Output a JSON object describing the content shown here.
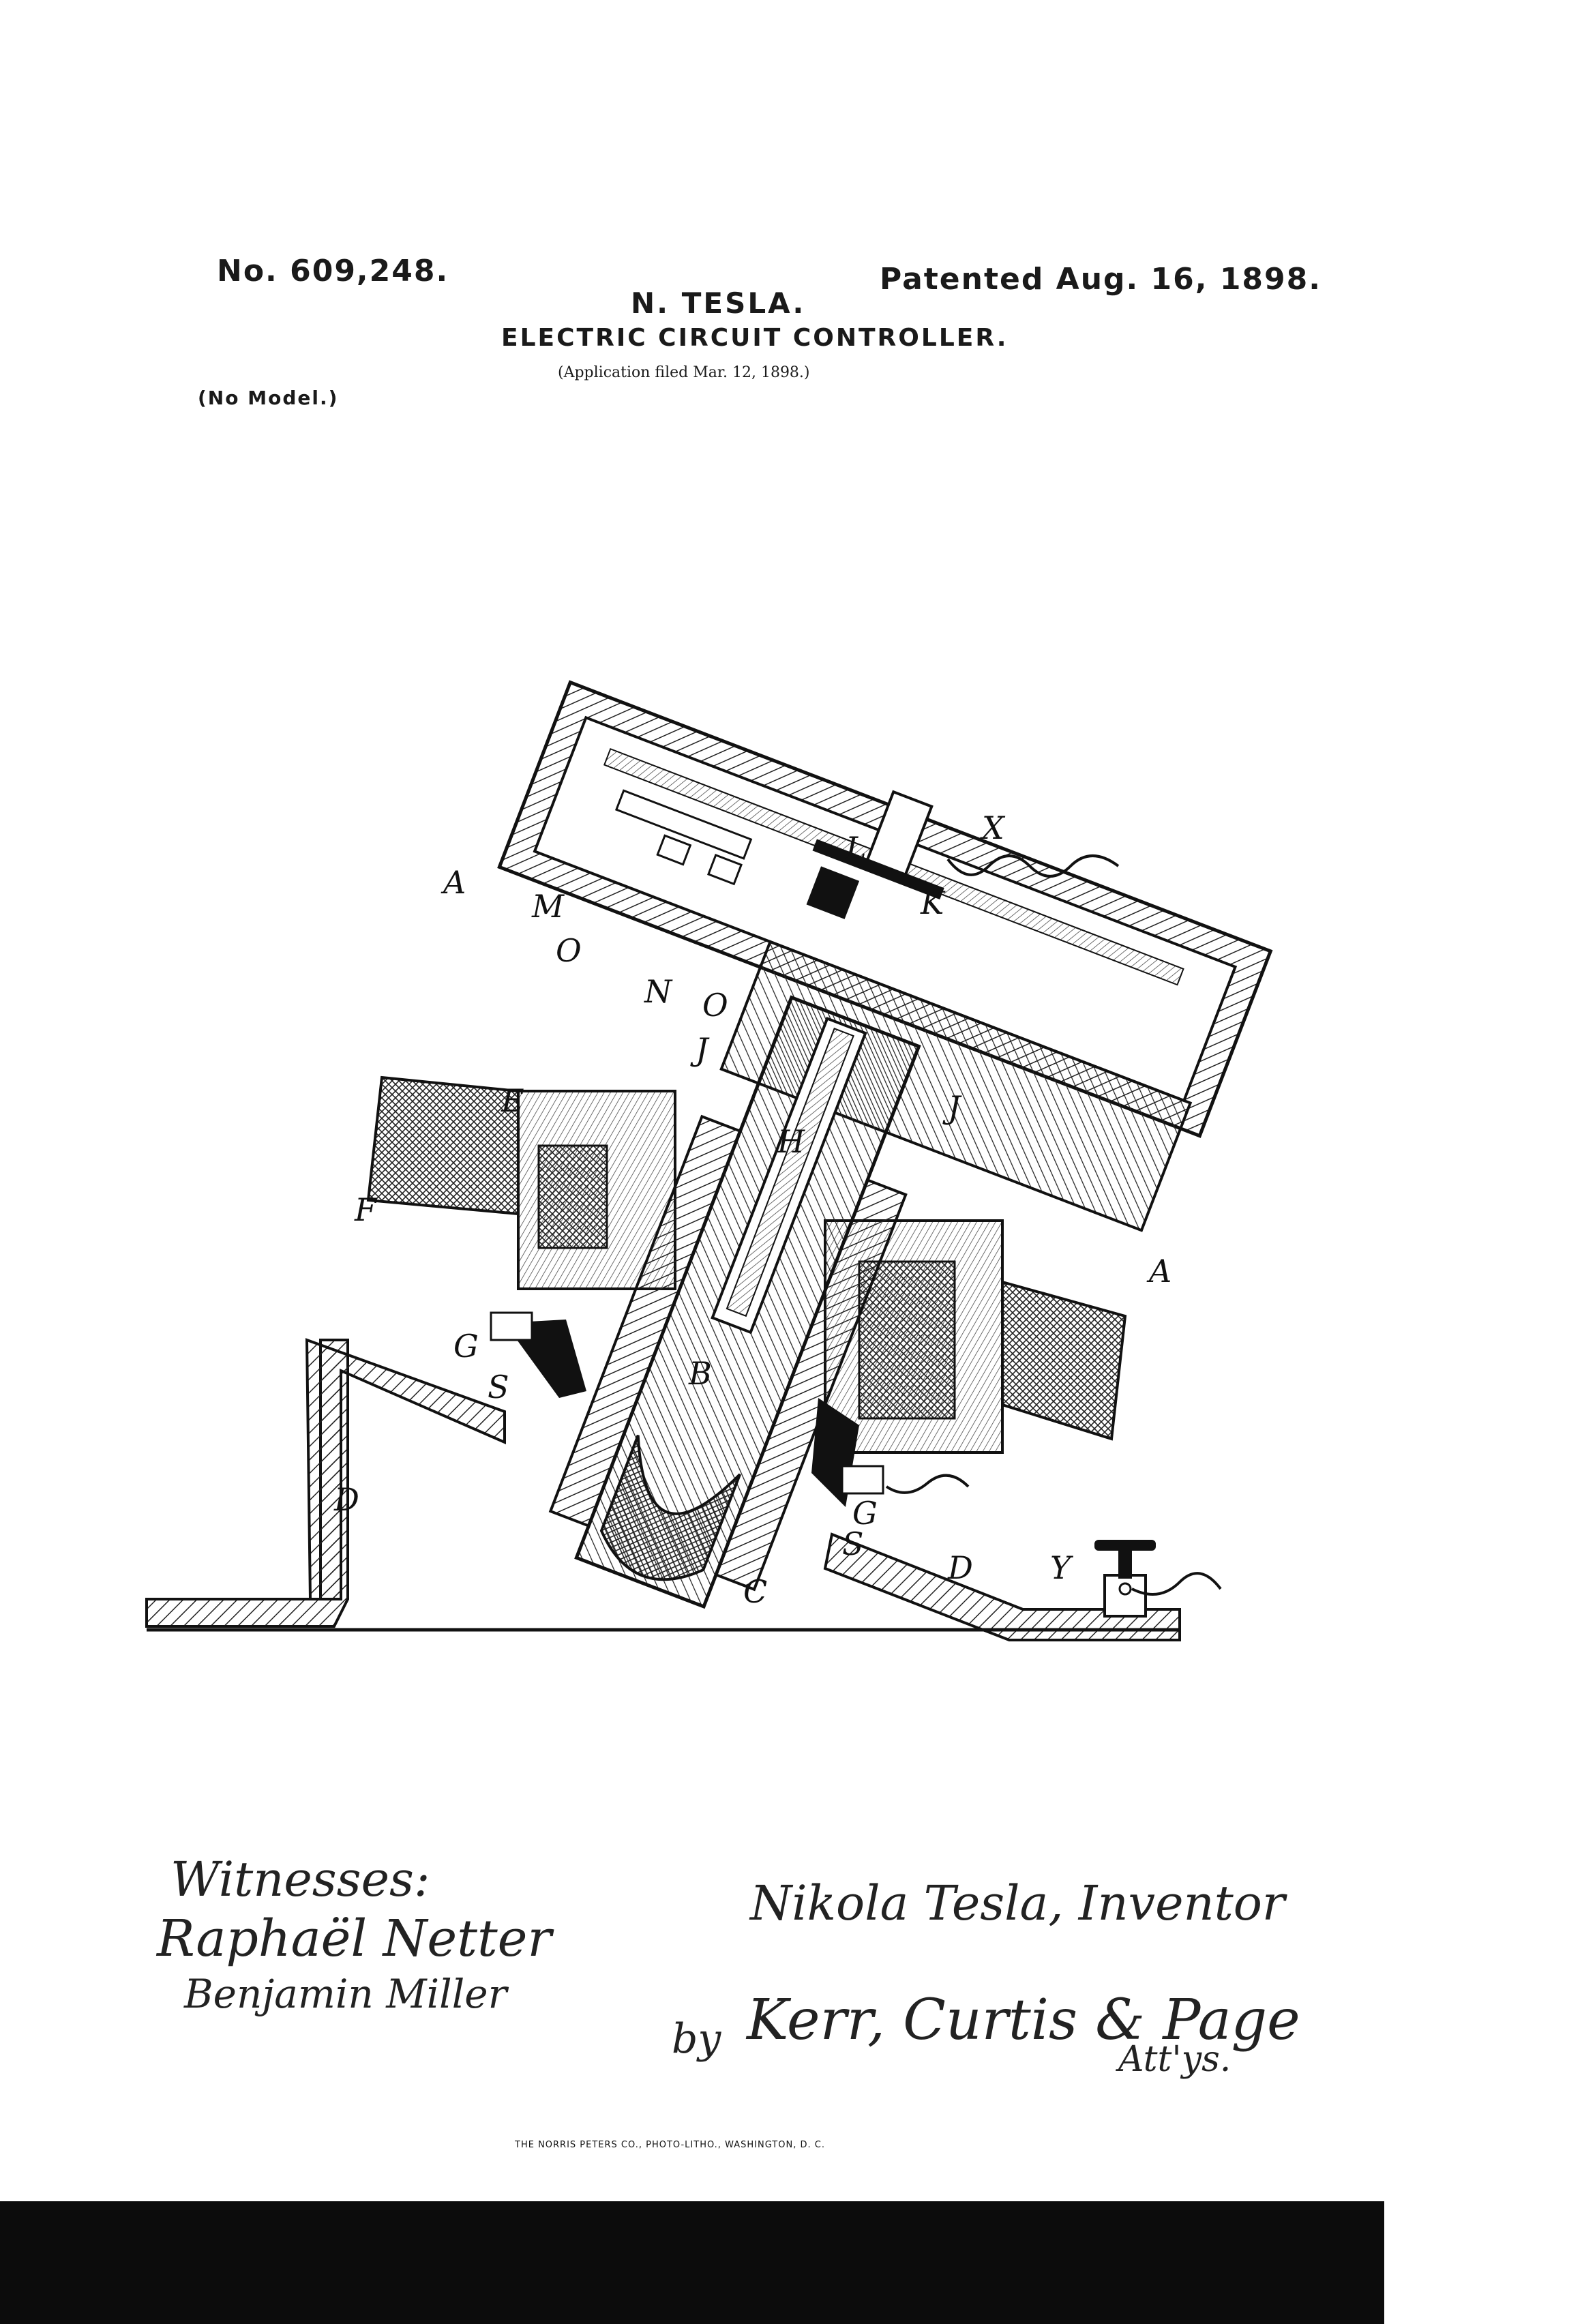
{
  "header": {
    "patent_number": "No. 609,248.",
    "inventor": "N. TESLA.",
    "patented": "Patented Aug. 16, 1898.",
    "title": "ELECTRIC CIRCUIT CONTROLLER.",
    "filed": "(Application filed Mar. 12, 1898.)",
    "model": "(No Model.)"
  },
  "figure": {
    "labels": {
      "A": "A",
      "A2": "A",
      "M": "M",
      "O": "O",
      "O2": "O",
      "N": "N",
      "L": "L",
      "X": "X",
      "K": "K",
      "J": "J",
      "J2": "J",
      "E": "E",
      "F": "F",
      "H": "H",
      "G": "G",
      "G2": "G",
      "S": "S",
      "S2": "S",
      "B": "B",
      "C": "C",
      "D": "D",
      "D2": "D",
      "Y": "Y"
    }
  },
  "footer": {
    "witnesses_label": "Witnesses:",
    "witness_1": "Raphaël Netter",
    "witness_2": "Benjamin Miller",
    "inventor_signature": "Nikola Tesla, Inventor",
    "by_label": "by",
    "attorneys_signature": "Kerr, Curtis & Page",
    "attys_label": "Att'ys.",
    "printer": "THE NORRIS PETERS CO., PHOTO-LITHO., WASHINGTON, D. C."
  }
}
